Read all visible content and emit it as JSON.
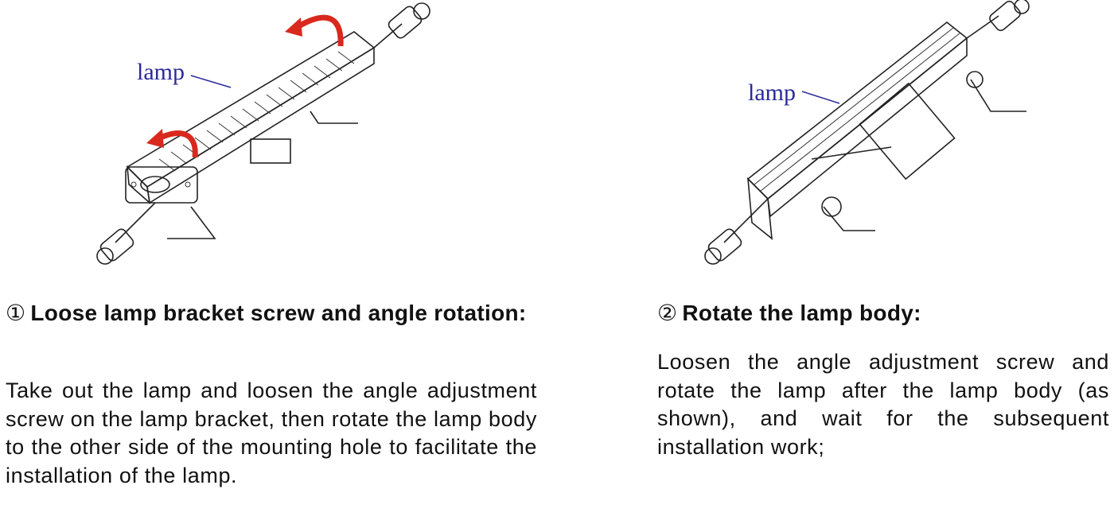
{
  "step1": {
    "number": "①",
    "title": "Loose lamp bracket screw and angle rotation:",
    "body": "Take out the lamp and loosen the angle adjustment screw on the lamp bracket, then rotate the lamp body to the other side of the mounting hole to facilitate the installation of the lamp.",
    "label": "lamp"
  },
  "step2": {
    "number": "②",
    "title": "Rotate the lamp body:",
    "body": "Loosen the angle adjustment screw and rotate the lamp after the lamp body (as shown), and wait for the subsequent installation work;",
    "label": "lamp"
  },
  "colors": {
    "arrow": "#d9281e",
    "label": "#2a2a9a",
    "text": "#111111"
  }
}
